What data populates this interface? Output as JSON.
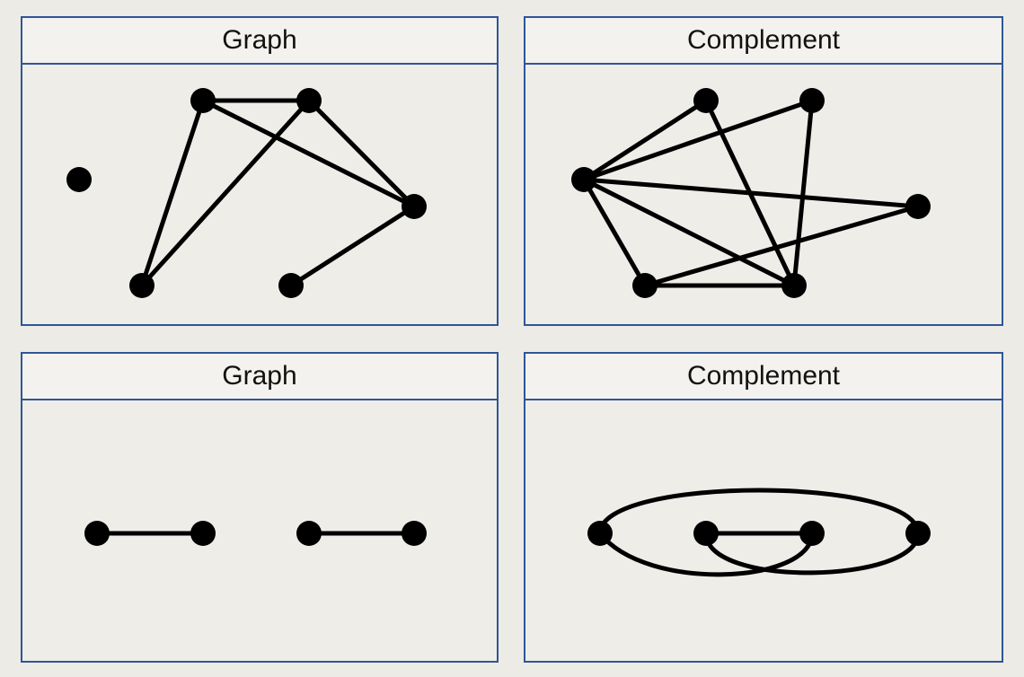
{
  "panels": [
    {
      "title": "Graph"
    },
    {
      "title": "Complement"
    },
    {
      "title": "Graph"
    },
    {
      "title": "Complement"
    }
  ],
  "colors": {
    "border": "#2f5597",
    "ink": "#000000"
  }
}
